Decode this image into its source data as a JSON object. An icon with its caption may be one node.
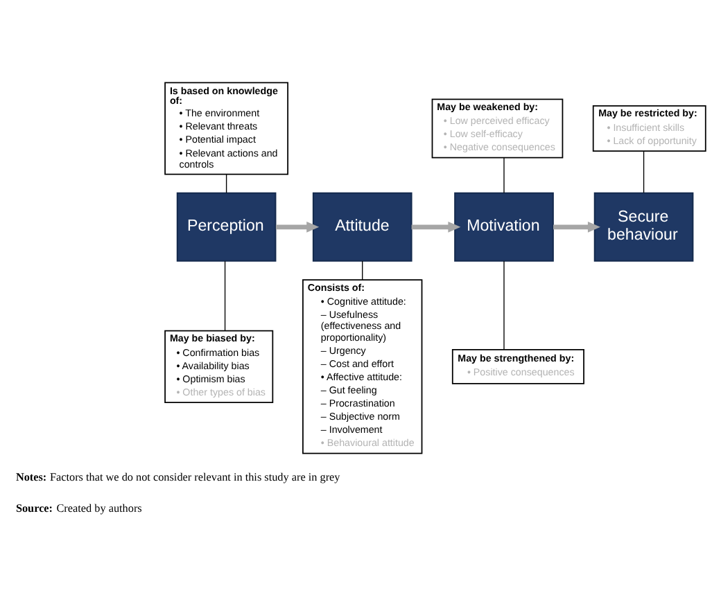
{
  "diagram": {
    "nodes": [
      {
        "text": [
          "Is based on knowledge of:",
          "• The environment",
          "• Relevant threats",
          "• Potential impact",
          "• Relevant actions and controls"
        ]
      },
      {
        "text": [
          "May be weakened by:",
          "• Low perceived efficacy",
          "• Low self-efficacy",
          "• Negative consequences"
        ]
      },
      {
        "text": [
          "May be restricted by:",
          "• Insufficient skills",
          "• Lack of opportunity"
        ]
      },
      {
        "text": [
          "Perception"
        ]
      },
      {
        "text": [
          "Attitude"
        ]
      },
      {
        "text": [
          "Motivation"
        ]
      },
      {
        "text": [
          "Secure behaviour"
        ]
      },
      {
        "text": [
          "May be biased by:",
          "• Confirmation bias",
          "• Availability bias",
          "• Optimism bias",
          "• Other types of bias"
        ]
      },
      {
        "text": [
          "Consists of:",
          "• Cognitive attitude:",
          "– Usefulness (effectiveness and proportionality)",
          "– Urgency",
          "– Cost and effort",
          "• Affective attitude:",
          "– Gut feeling",
          "– Procrastination",
          "– Subjective norm",
          "– Involvement",
          "• Behavioural attitude"
        ]
      },
      {
        "text": [
          "May be strengthened by:",
          "• Positive consequences"
        ]
      }
    ],
    "edges": [
      {
        "from": 3,
        "to": 4,
        "arrow": "to",
        "style": "thick",
        "color": "#a6a6a6"
      },
      {
        "from": 4,
        "to": 5,
        "arrow": "to",
        "style": "thick",
        "color": "#a6a6a6"
      },
      {
        "from": 5,
        "to": 6,
        "arrow": "to",
        "style": "thick",
        "color": "#a6a6a6"
      },
      {
        "from": 0,
        "to": 3,
        "arrow": "none"
      },
      {
        "from": 1,
        "to": 5,
        "arrow": "none"
      },
      {
        "from": 2,
        "to": 6,
        "arrow": "none"
      },
      {
        "from": 3,
        "to": 7,
        "arrow": "none"
      },
      {
        "from": 4,
        "to": 8,
        "arrow": "none"
      },
      {
        "from": 5,
        "to": 9,
        "arrow": "none"
      }
    ],
    "labels": [
      "**Notes:** Factors that we do not consider relevant in this study are in grey",
      "**Source:** Created by authors"
    ]
  }
}
